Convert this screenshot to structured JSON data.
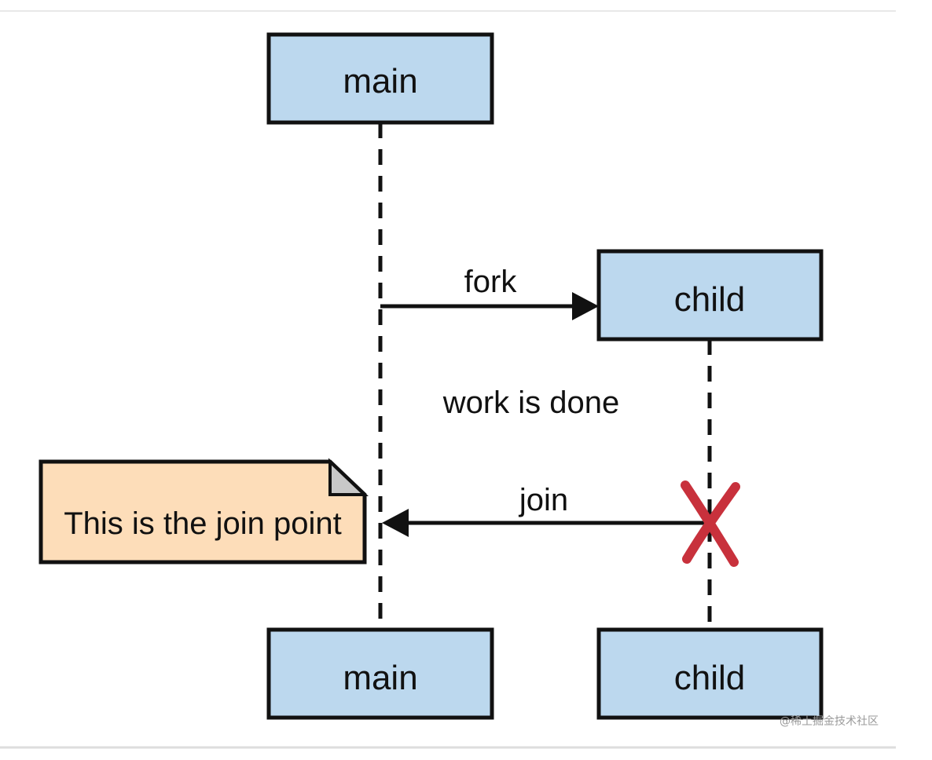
{
  "participants": {
    "main_top": "main",
    "child_top": "child",
    "main_bottom": "main",
    "child_bottom": "child"
  },
  "messages": {
    "fork": "fork",
    "work": "work is done",
    "join": "join"
  },
  "note": {
    "text": "This is the join point"
  },
  "watermark": "@稀土掘金技术社区",
  "colors": {
    "participant_fill": "#bcd8ee",
    "note_fill": "#fdddb9",
    "note_fold": "#c8c8c8",
    "outline": "#111111",
    "terminate_mark": "#c8313c"
  },
  "icons": {
    "terminate": "x-mark-icon"
  }
}
